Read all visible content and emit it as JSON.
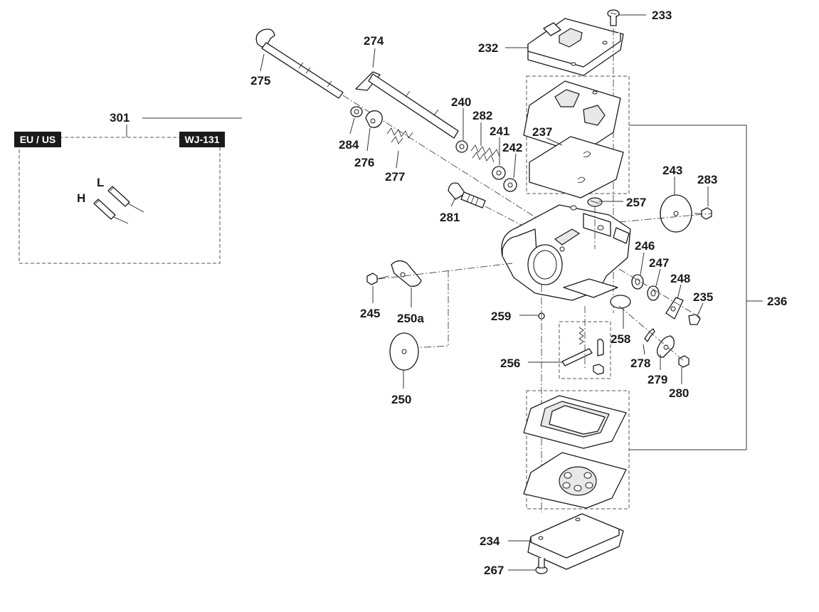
{
  "labels": {
    "p232": "232",
    "p233": "233",
    "p234": "234",
    "p235": "235",
    "p236": "236",
    "p237": "237",
    "p240": "240",
    "p241": "241",
    "p242": "242",
    "p243": "243",
    "p245": "245",
    "p246": "246",
    "p247": "247",
    "p248": "248",
    "p250": "250",
    "p250a": "250a",
    "p256": "256",
    "p257": "257",
    "p258": "258",
    "p259": "259",
    "p267": "267",
    "p274": "274",
    "p275": "275",
    "p276": "276",
    "p277": "277",
    "p278": "278",
    "p279": "279",
    "p280": "280",
    "p281": "281",
    "p282": "282",
    "p283": "283",
    "p284": "284",
    "p301": "301"
  },
  "badges": {
    "region": "EU / US",
    "model": "WJ-131"
  },
  "needles": {
    "low": "L",
    "high": "H"
  }
}
